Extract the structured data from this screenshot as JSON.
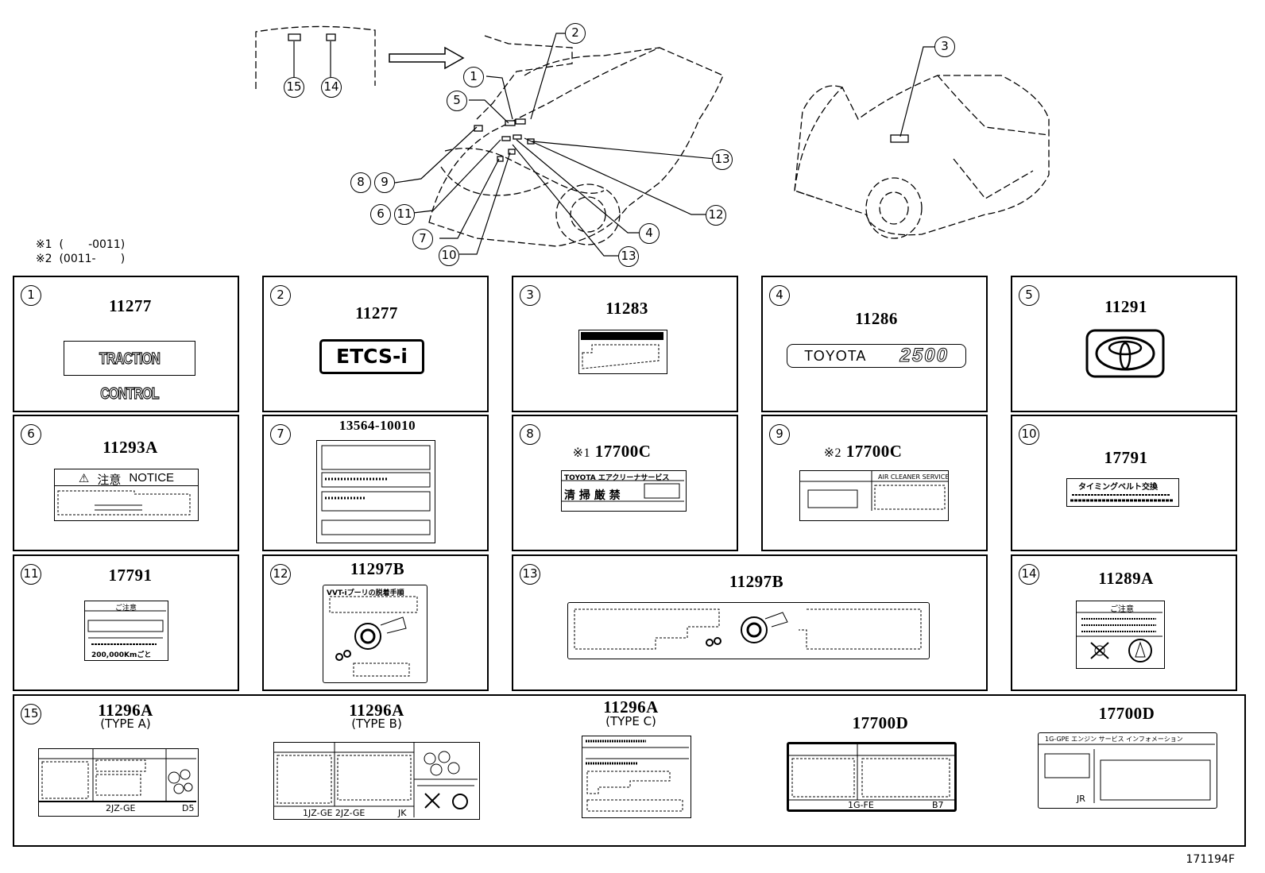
{
  "overview": {
    "callouts": [
      "1",
      "2",
      "3",
      "4",
      "5",
      "6",
      "7",
      "8",
      "9",
      "10",
      "11",
      "12",
      "13",
      "14",
      "15"
    ],
    "legend": [
      {
        "mark": "※1",
        "range": "(       -0011)"
      },
      {
        "mark": "※2",
        "range": "(0011-       )"
      }
    ]
  },
  "panels": [
    {
      "ref": "1",
      "part_no": "11277",
      "label_text": "TRACTION CONTROL"
    },
    {
      "ref": "2",
      "part_no": "11277",
      "label_text": "ETCS-i"
    },
    {
      "ref": "3",
      "part_no": "11283"
    },
    {
      "ref": "4",
      "part_no": "11286",
      "label_text": "TOYOTA",
      "label_text2": "2500"
    },
    {
      "ref": "5",
      "part_no": "11291"
    },
    {
      "ref": "6",
      "part_no": "11293A",
      "label_text": "注意",
      "label_text2": "NOTICE"
    },
    {
      "ref": "7",
      "part_no": "13564-10010"
    },
    {
      "ref": "8",
      "mark": "※1",
      "part_no": "17700C",
      "label_text": "TOYOTA エアクリーナサービス",
      "label_text2": "清 掃 厳 禁"
    },
    {
      "ref": "9",
      "mark": "※2",
      "part_no": "17700C",
      "label_text": "AIR CLEANER SERVICE"
    },
    {
      "ref": "10",
      "part_no": "17791",
      "label_text": "タイミングベルト交換"
    },
    {
      "ref": "11",
      "part_no": "17791",
      "label_text": "ご注意",
      "label_text2": "200,000Kmごと"
    },
    {
      "ref": "12",
      "part_no": "11297B",
      "label_text": "VVT-iプーリの脱着手順"
    },
    {
      "ref": "13",
      "part_no": "11297B"
    },
    {
      "ref": "14",
      "part_no": "11289A",
      "label_text": "ご注意"
    }
  ],
  "row15": {
    "ref": "15",
    "items": [
      {
        "part_no": "11296A",
        "type": "(TYPE A)",
        "engine": "2JZ-GE",
        "code": "D5"
      },
      {
        "part_no": "11296A",
        "type": "(TYPE B)",
        "engine": "1JZ-GE  2JZ-GE",
        "code": "JK"
      },
      {
        "part_no": "11296A",
        "type": "(TYPE C)"
      },
      {
        "part_no": "17700D",
        "engine": "1G-FE",
        "code": "B7"
      },
      {
        "part_no": "17700D",
        "header": "1G-GPE エンジン サービス インフォメーション",
        "code": "JR"
      }
    ]
  },
  "figure_id": "171194F"
}
